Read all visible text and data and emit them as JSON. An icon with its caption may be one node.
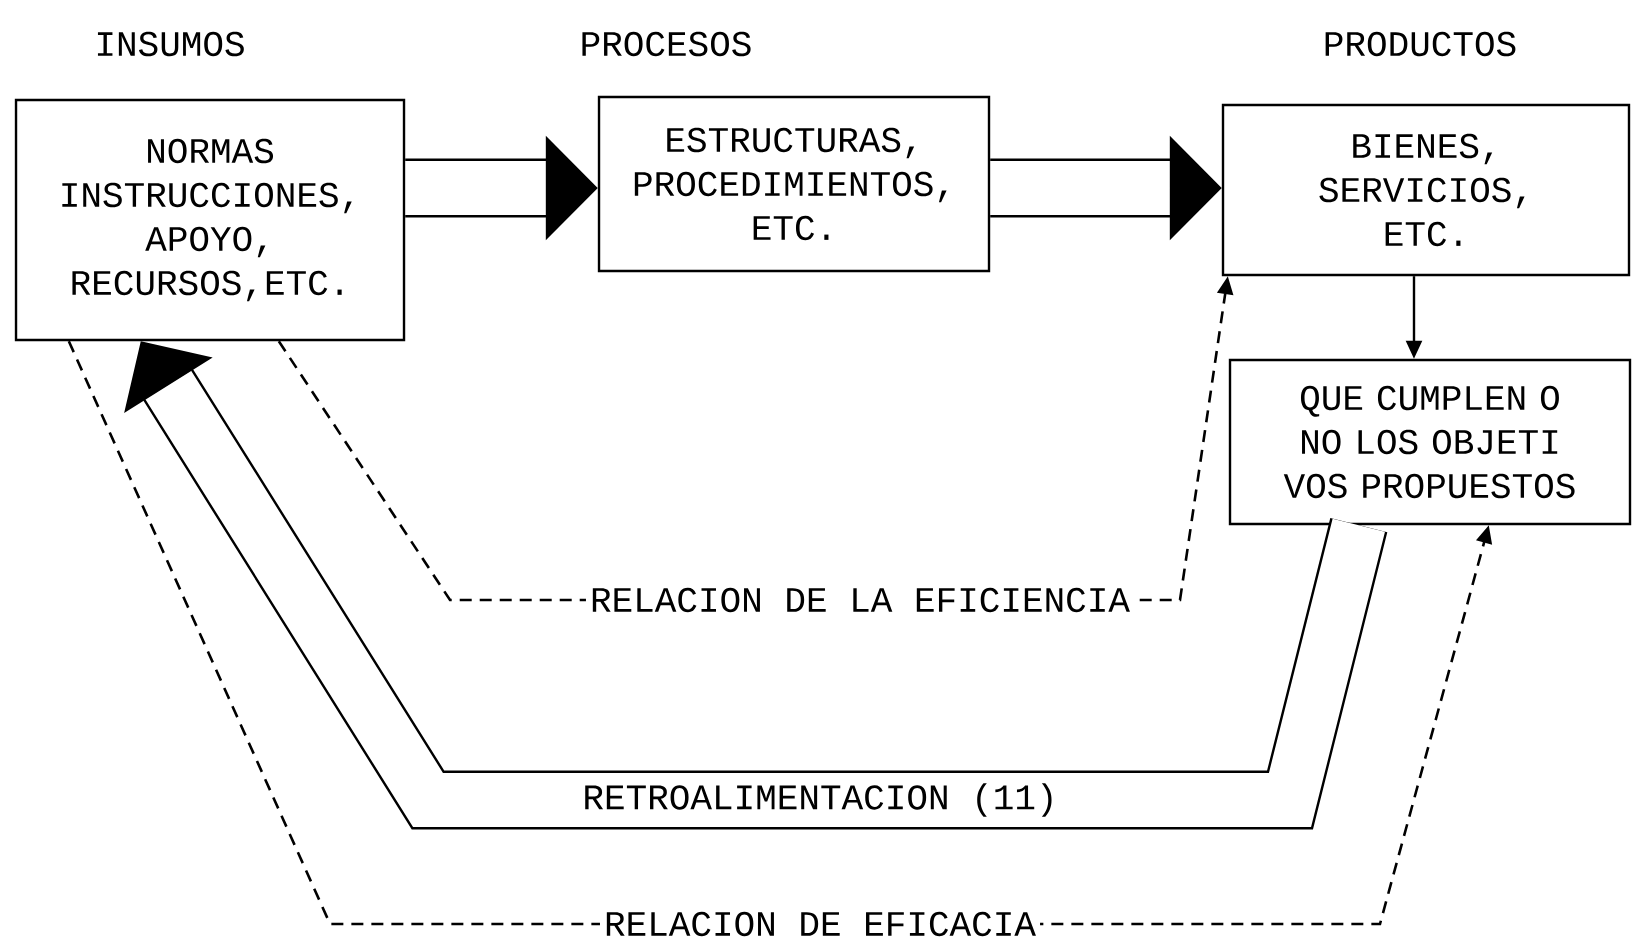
{
  "diagram": {
    "nodes": [
      {
        "text": [
          "INSUMOS",
          "NORMAS INSTRUCCIONES, APOYO, RECURSOS,ETC."
        ]
      },
      {
        "text": [
          "PROCESOS",
          "ESTRUCTURAS, PROCEDIMIENTOS, ETC."
        ]
      },
      {
        "text": [
          "PRODUCTOS",
          "BIENES, SERVICIOS, ETC."
        ]
      },
      {
        "text": [
          "QUE CUMPLEN O NO LOS OBJETI VOS PROPUESTOS"
        ]
      }
    ],
    "edges": [
      {
        "from": 0,
        "to": 1,
        "arrow": "to",
        "style": "thick"
      },
      {
        "from": 1,
        "to": 2,
        "arrow": "to",
        "style": "thick"
      },
      {
        "from": 2,
        "to": 3,
        "arrow": "to"
      },
      {
        "from": 0,
        "to": 2,
        "arrow": "to",
        "style": "dashed",
        "label": "RELACION DE LA EFICIENCIA"
      },
      {
        "from": 3,
        "to": 0,
        "arrow": "to",
        "style": "thick",
        "label": "RETROALIMENTACION (11)"
      },
      {
        "from": 0,
        "to": 3,
        "arrow": "to",
        "style": "dashed",
        "label": "RELACION DE EFICACIA"
      }
    ]
  }
}
